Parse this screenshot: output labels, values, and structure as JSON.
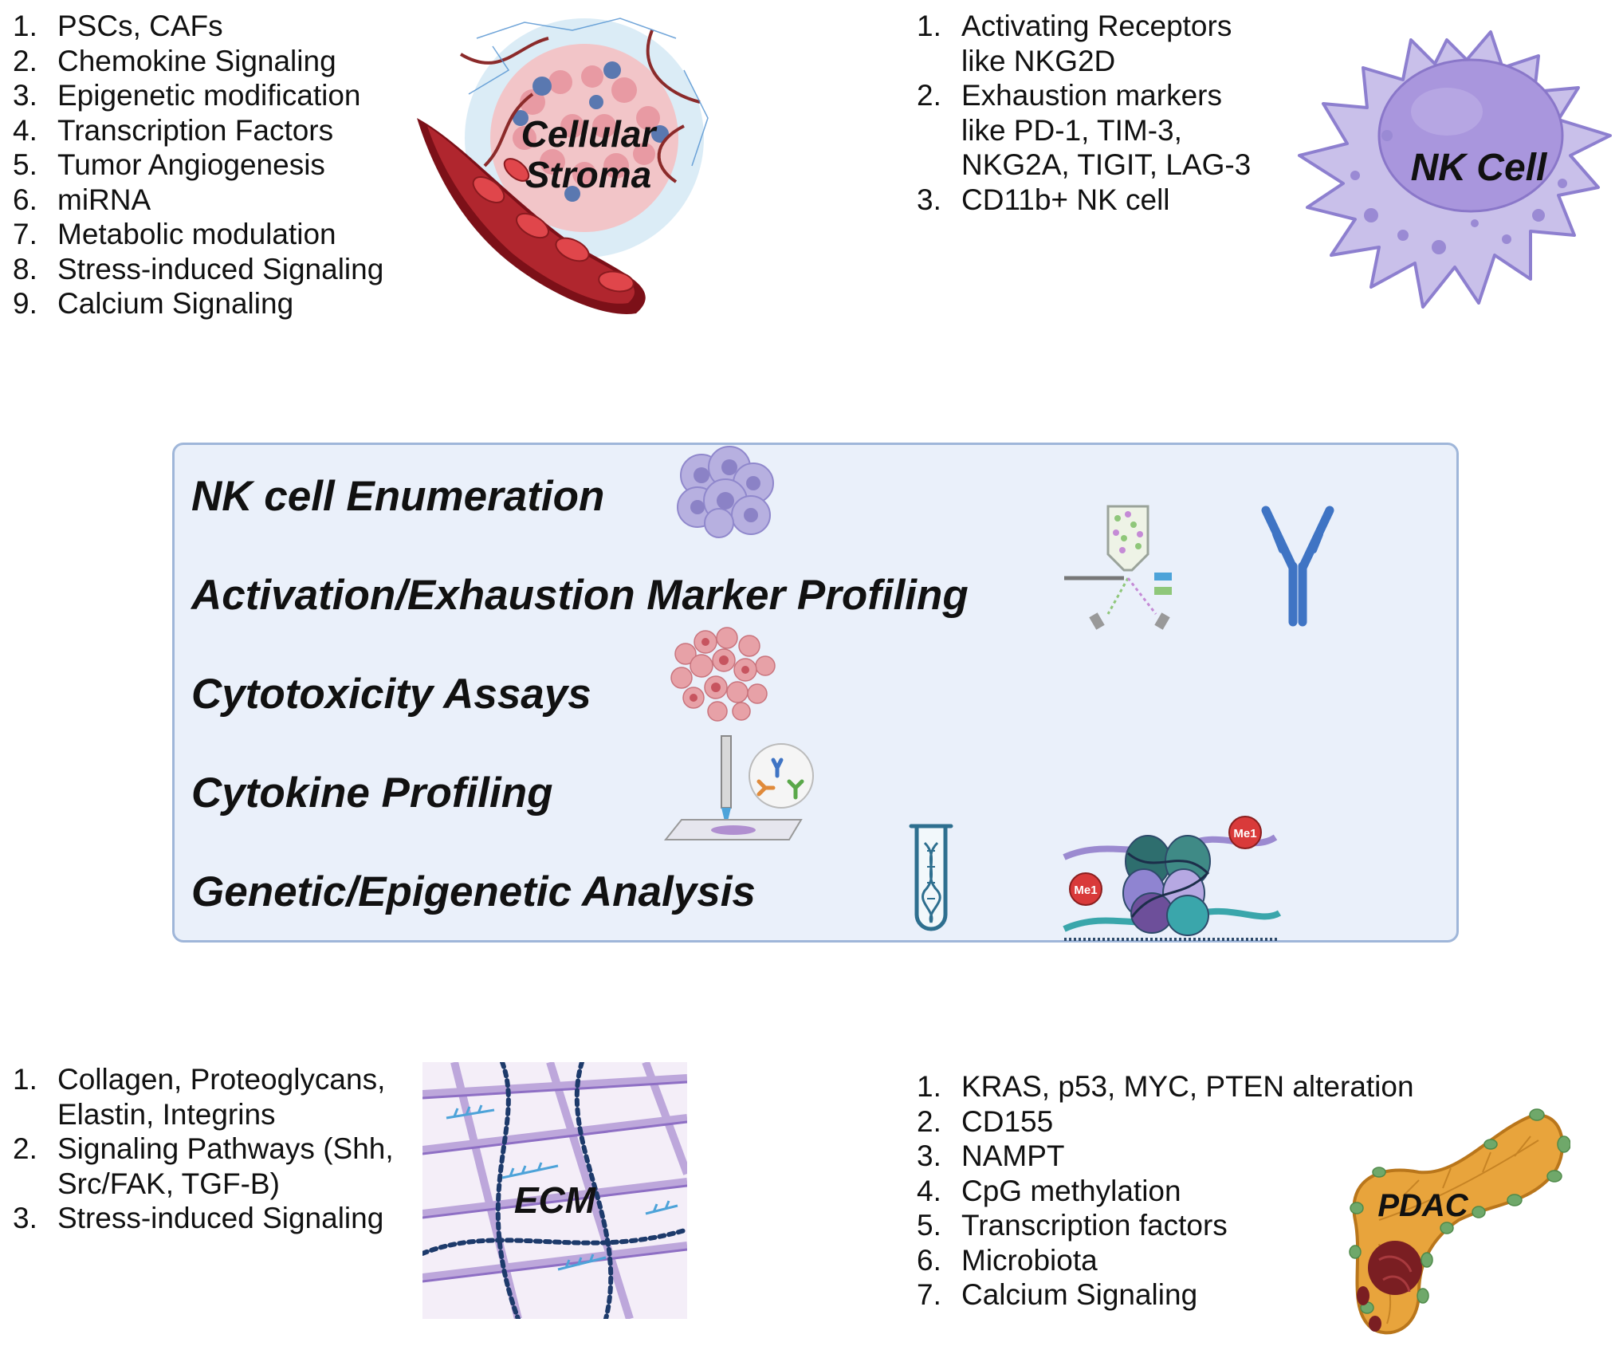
{
  "stroma": {
    "items": [
      {
        "n": "1.",
        "t": "PSCs, CAFs"
      },
      {
        "n": "2.",
        "t": "Chemokine Signaling"
      },
      {
        "n": "3.",
        "t": "Epigenetic modification"
      },
      {
        "n": "4.",
        "t": "Transcription Factors"
      },
      {
        "n": "5.",
        "t": "Tumor Angiogenesis"
      },
      {
        "n": "6.",
        "t": "miRNA"
      },
      {
        "n": "7.",
        "t": "Metabolic modulation"
      },
      {
        "n": "8.",
        "t": "Stress-induced Signaling"
      },
      {
        "n": "9.",
        "t": "Calcium Signaling"
      }
    ],
    "label_line1": "Cellular",
    "label_line2": "Stroma"
  },
  "nk": {
    "items": [
      {
        "n": "1.",
        "t": "Activating Receptors"
      },
      {
        "n": "",
        "t": "like NKG2D"
      },
      {
        "n": "2.",
        "t": "Exhaustion markers"
      },
      {
        "n": "",
        "t": "like PD-1, TIM-3,"
      },
      {
        "n": "",
        "t": "NKG2A, TIGIT, LAG-3"
      },
      {
        "n": "3.",
        "t": "CD11b+ NK cell"
      }
    ],
    "label": "NK Cell"
  },
  "methods": {
    "enumeration": "NK cell Enumeration",
    "profiling": "Activation/Exhaustion Marker Profiling",
    "cytotoxicity": "Cytotoxicity Assays",
    "cytokine": "Cytokine Profiling",
    "genetic": "Genetic/Epigenetic Analysis",
    "me1_label": "Me1"
  },
  "ecm": {
    "items": [
      {
        "n": "1.",
        "t": "Collagen, Proteoglycans,"
      },
      {
        "n": "",
        "t": "Elastin, Integrins"
      },
      {
        "n": "2.",
        "t": "Signaling Pathways (Shh,"
      },
      {
        "n": "",
        "t": "Src/FAK, TGF-B)"
      },
      {
        "n": "3.",
        "t": "Stress-induced Signaling"
      }
    ],
    "label": "ECM"
  },
  "pdac": {
    "items": [
      {
        "n": "1.",
        "t": "KRAS, p53, MYC, PTEN alteration"
      },
      {
        "n": "2.",
        "t": "CD155"
      },
      {
        "n": "3.",
        "t": "NAMPT"
      },
      {
        "n": "4.",
        "t": "CpG methylation"
      },
      {
        "n": "5.",
        "t": "Transcription factors"
      },
      {
        "n": "6.",
        "t": "Microbiota"
      },
      {
        "n": "7.",
        "t": "Calcium Signaling"
      }
    ],
    "label": "PDAC"
  }
}
